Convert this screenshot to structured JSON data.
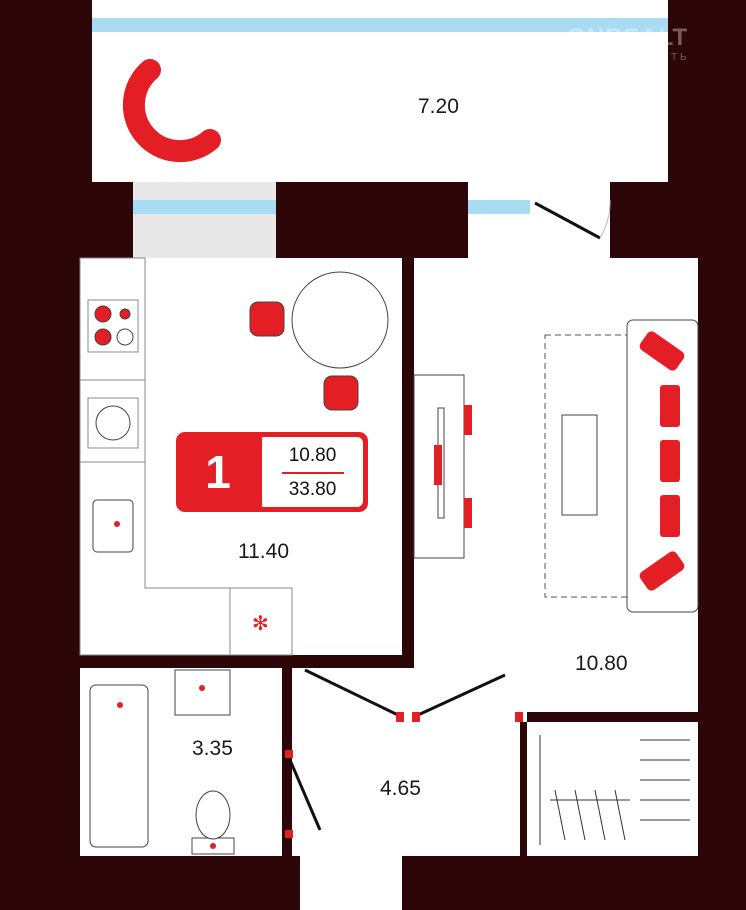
{
  "title": "Floor plan, 1-room apartment",
  "summary": {
    "rooms": "1",
    "living_area": "10.80",
    "total_area": "33.80"
  },
  "rooms": {
    "balcony": "7.20",
    "kitchen": "11.40",
    "living_room": "10.80",
    "bathroom": "3.35",
    "hallway": "4.65"
  },
  "watermark": {
    "brand": "ONREALT",
    "subtitle": "НЕДВИЖИМОСТЬ"
  },
  "colors": {
    "wall": "#2d0607",
    "accent": "#e31e24",
    "glass": "#a9dcf2"
  }
}
